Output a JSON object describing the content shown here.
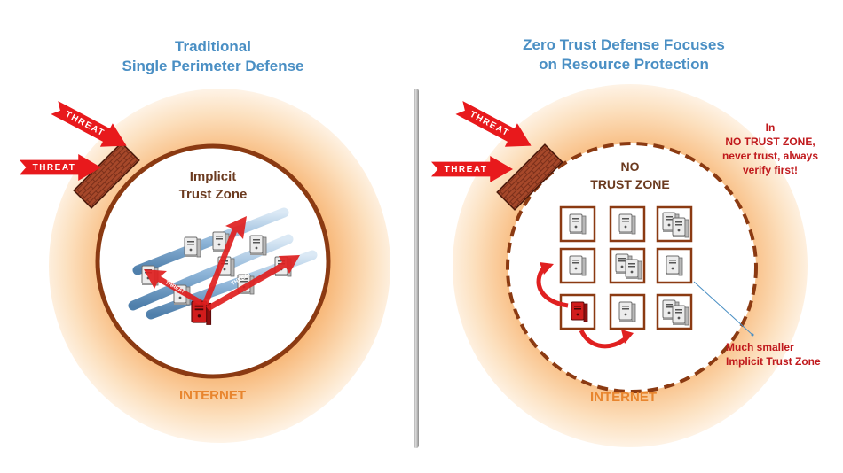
{
  "left": {
    "title_line1": "Traditional",
    "title_line2": "Single Perimeter Defense",
    "zone_line1": "Implicit",
    "zone_line2": "Trust Zone",
    "internet": "INTERNET",
    "threat_labels": [
      "THREAT",
      "THREAT",
      "THREAT",
      "THREAT"
    ]
  },
  "right": {
    "title_line1": "Zero Trust Defense Focuses",
    "title_line2": "on Resource Protection",
    "zone_line1": "NO",
    "zone_line2": "TRUST ZONE",
    "note_line1": "In",
    "note_line2": "NO TRUST ZONE,",
    "note_line3": "never trust, always",
    "note_line4": "verify first!",
    "callout_line1": "Much smaller",
    "callout_line2": "Implicit Trust Zone",
    "internet": "INTERNET",
    "threat_labels": [
      "THREAT",
      "THREAT"
    ]
  },
  "colors": {
    "title_blue": "#4a8fc4",
    "threat_red": "#e8191c",
    "brick": "#8a3a22",
    "glow_orange": "#f39a4a",
    "trust_ring": "#8b3a12",
    "pipe_blue": "#8fb6d9",
    "note_red": "#c0191c"
  },
  "icons": [
    "brick-firewall-icon",
    "server-icon",
    "compromised-server-icon",
    "threat-arrow-icon"
  ]
}
